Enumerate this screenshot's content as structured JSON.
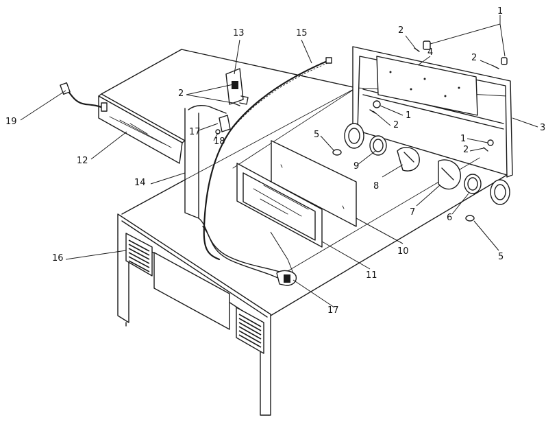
{
  "callouts": [
    {
      "id": "c1a",
      "label": "1"
    },
    {
      "id": "c2a",
      "label": "2"
    },
    {
      "id": "c2b",
      "label": "2"
    },
    {
      "id": "c4",
      "label": "4"
    },
    {
      "id": "c13",
      "label": "13"
    },
    {
      "id": "c15",
      "label": "15"
    },
    {
      "id": "c2c",
      "label": "2"
    },
    {
      "id": "c19",
      "label": "19"
    },
    {
      "id": "c1b",
      "label": "1"
    },
    {
      "id": "c2d",
      "label": "2"
    },
    {
      "id": "c3",
      "label": "3"
    },
    {
      "id": "c5a",
      "label": "5"
    },
    {
      "id": "c17a",
      "label": "17"
    },
    {
      "id": "c18",
      "label": "18"
    },
    {
      "id": "c1c",
      "label": "1"
    },
    {
      "id": "c2e",
      "label": "2"
    },
    {
      "id": "c12",
      "label": "12"
    },
    {
      "id": "c9",
      "label": "9"
    },
    {
      "id": "c8",
      "label": "8"
    },
    {
      "id": "c14",
      "label": "14"
    },
    {
      "id": "c7",
      "label": "7"
    },
    {
      "id": "c6",
      "label": "6"
    },
    {
      "id": "c10",
      "label": "10"
    },
    {
      "id": "c5b",
      "label": "5"
    },
    {
      "id": "c16",
      "label": "16"
    },
    {
      "id": "c11",
      "label": "11"
    },
    {
      "id": "c17b",
      "label": "17"
    }
  ]
}
